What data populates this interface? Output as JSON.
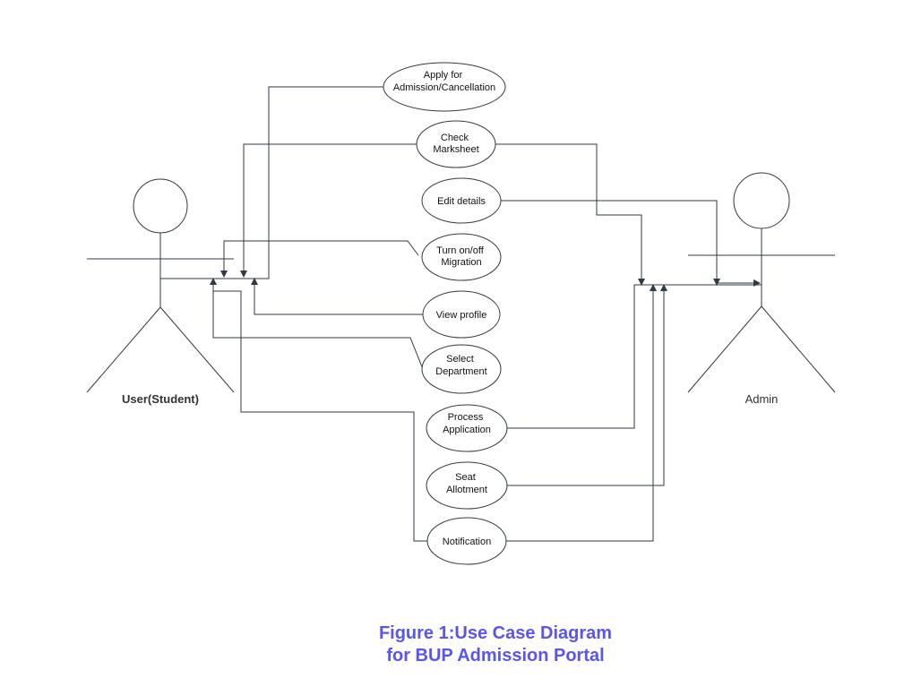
{
  "actors": {
    "student": {
      "label": "User(Student)"
    },
    "admin": {
      "label": "Admin"
    }
  },
  "use_cases": [
    {
      "id": "apply",
      "lines": [
        "Apply for",
        "Admission/Cancellation"
      ]
    },
    {
      "id": "marksheet",
      "lines": [
        "Check",
        "Marksheet"
      ]
    },
    {
      "id": "edit",
      "lines": [
        "Edit details"
      ]
    },
    {
      "id": "migration",
      "lines": [
        "Turn on/off",
        "Migration"
      ]
    },
    {
      "id": "profile",
      "lines": [
        "View profile"
      ]
    },
    {
      "id": "department",
      "lines": [
        "Select",
        "Department"
      ]
    },
    {
      "id": "process",
      "lines": [
        "Process",
        "Application"
      ]
    },
    {
      "id": "seat",
      "lines": [
        "Seat",
        "Allotment"
      ]
    },
    {
      "id": "notification",
      "lines": [
        "Notification"
      ]
    }
  ],
  "caption": {
    "line1": "Figure 1:Use Case Diagram",
    "line2": "for BUP Admission Portal"
  },
  "colors": {
    "line": "#2f3a44",
    "caption": "#5a55ee"
  }
}
